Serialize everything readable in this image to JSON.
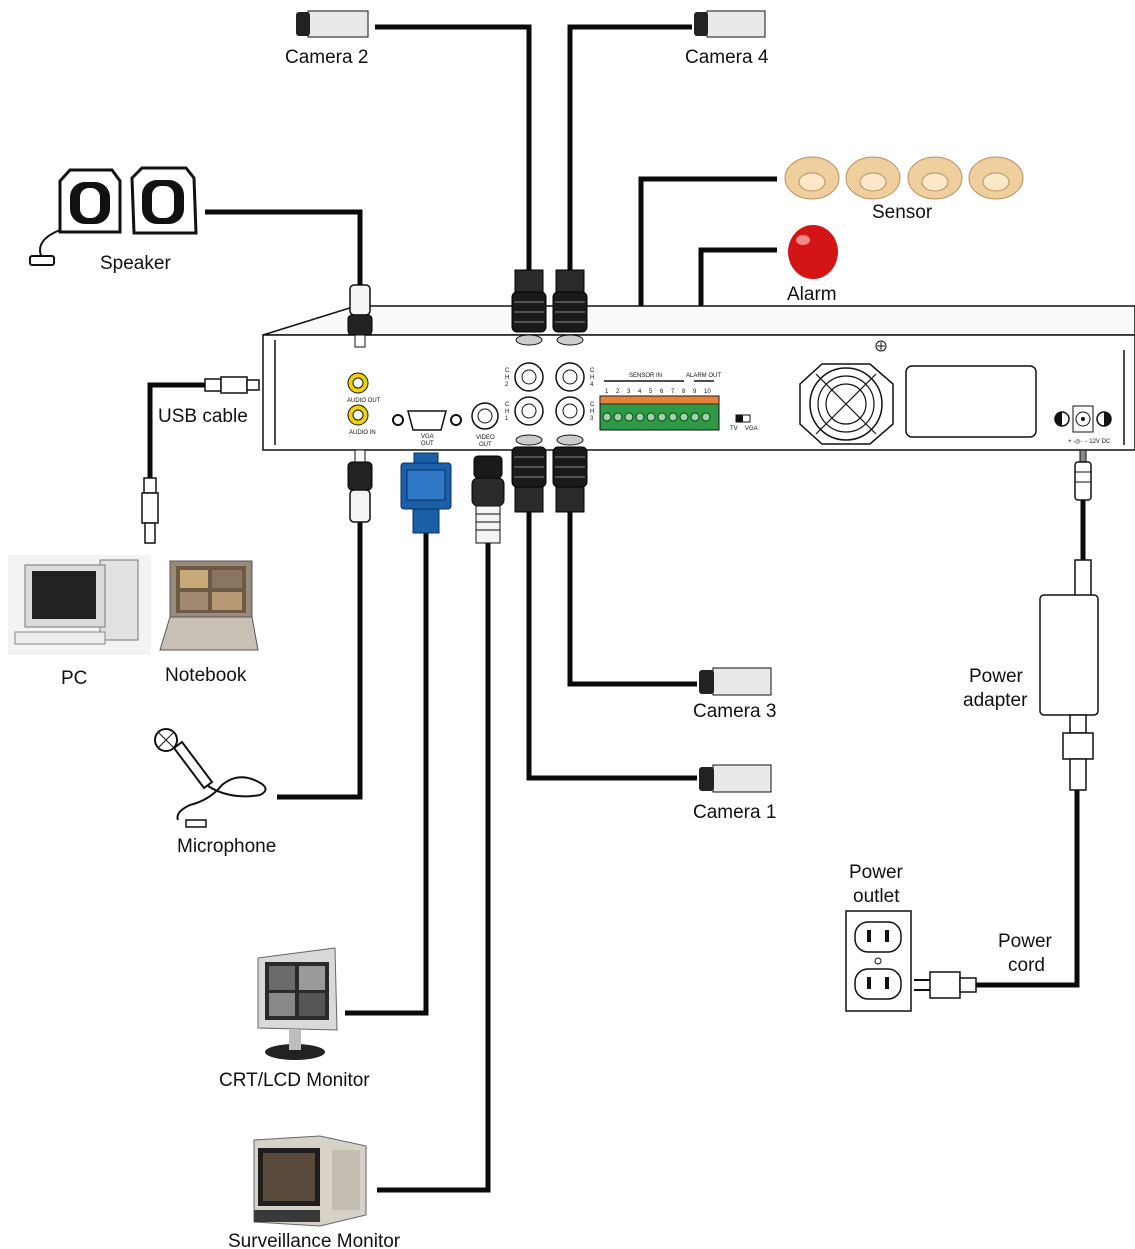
{
  "devices": {
    "camera2": "Camera 2",
    "camera4": "Camera 4",
    "camera3": "Camera 3",
    "camera1": "Camera 1",
    "speaker": "Speaker",
    "sensor": "Sensor",
    "alarm": "Alarm",
    "usb_cable": "USB cable",
    "pc": "PC",
    "notebook": "Notebook",
    "microphone": "Microphone",
    "crt_lcd_monitor": "CRT/LCD Monitor",
    "surveillance_monitor": "Surveillance Monitor",
    "power_adapter": [
      "Power",
      "adapter"
    ],
    "power_outlet": [
      "Power",
      "outlet"
    ],
    "power_cord": [
      "Power",
      "cord"
    ]
  },
  "panel": {
    "audio_out": "AUDIO OUT",
    "audio_in": "AUDIO IN",
    "vga_out": [
      "VGA",
      "OUT"
    ],
    "video_out": [
      "VIDEO",
      "OUT"
    ],
    "ch2": [
      "C",
      "H",
      "2"
    ],
    "ch1": [
      "C",
      "H",
      "1"
    ],
    "ch4": [
      "C",
      "H",
      "4"
    ],
    "ch3": [
      "C",
      "H",
      "3"
    ],
    "sensor_in": "SENSOR IN",
    "alarm_out": "ALARM OUT",
    "terminal_numbers": [
      "1",
      "2",
      "3",
      "4",
      "5",
      "6",
      "7",
      "8",
      "9",
      "10"
    ],
    "tv": "TV",
    "vga": "VGA",
    "dc_label": "+ -◎- − 12V DC"
  },
  "colors": {
    "wire": "#0a0a0a",
    "sensor": "#f0cf9e",
    "alarm": "#d41515",
    "terminal_block": "#2e9a45",
    "vga_connector": "#1b5fa8",
    "rca_jack": "#f2d300"
  }
}
